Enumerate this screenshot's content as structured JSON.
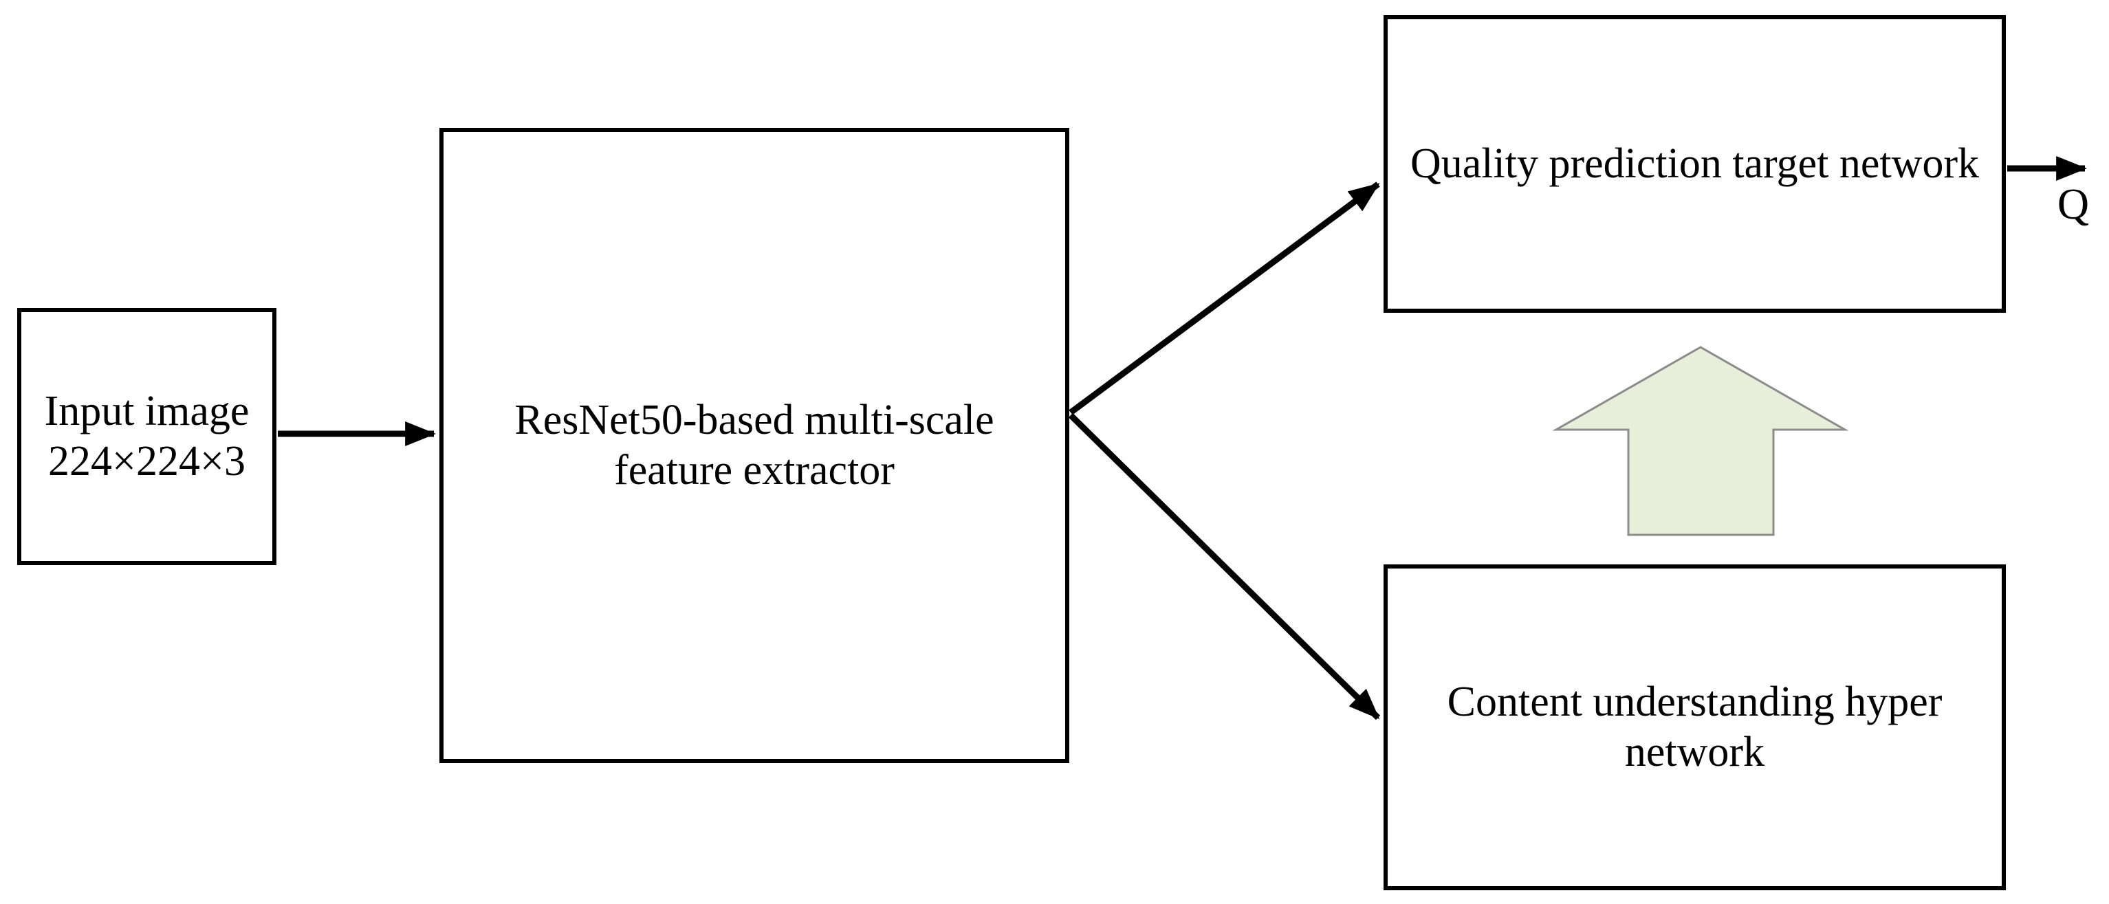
{
  "diagram": {
    "nodes": {
      "input_image": {
        "lines": [
          "Input image",
          "224×224×3"
        ]
      },
      "feature_extractor": {
        "lines": [
          "ResNet50-based multi-scale",
          "feature extractor"
        ]
      },
      "quality_target": {
        "lines": [
          "Quality prediction target network"
        ]
      },
      "content_hyper": {
        "lines": [
          "Content understanding hyper",
          "network"
        ]
      }
    },
    "output_label": "Q",
    "colors": {
      "background": "#ffffff",
      "box_border": "#000000",
      "text": "#000000",
      "arrow": "#000000",
      "block_arrow_fill": "#e7eeda",
      "block_arrow_stroke": "#8c8c8c"
    }
  }
}
